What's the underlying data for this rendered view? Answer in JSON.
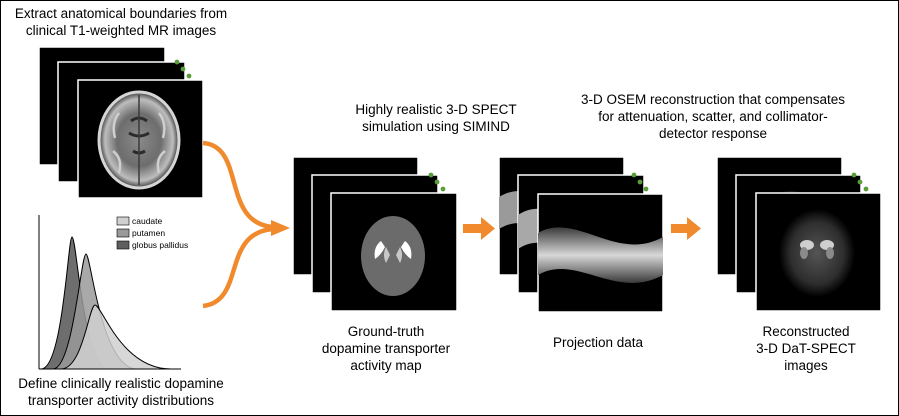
{
  "captions": {
    "extract_line1": "Extract anatomical boundaries from",
    "extract_line2": "clinical T1-weighted MR images",
    "define_line1": "Define clinically realistic dopamine",
    "define_line2": "transporter activity distributions",
    "sim_line1": "Highly realistic 3-D SPECT",
    "sim_line2": "simulation using SIMIND",
    "osem_line1": "3-D OSEM reconstruction that compensates",
    "osem_line2": "for attenuation, scatter, and collimator-",
    "osem_line3": "detector response",
    "gt_line1": "Ground-truth",
    "gt_line2": "dopamine transporter",
    "gt_line3": "activity map",
    "proj_line1": "Projection data",
    "recon_line1": "Reconstructed",
    "recon_line2": "3-D DaT-SPECT",
    "recon_line3": "images"
  },
  "legend": {
    "items": [
      {
        "label": "caudate",
        "color": "#d0d0d0"
      },
      {
        "label": "putamen",
        "color": "#9a9a9a"
      },
      {
        "label": "globus pallidus",
        "color": "#5e5e5e"
      }
    ]
  },
  "colors": {
    "arrow": "#f08a2c",
    "dots": "#5a9e3a",
    "stack_bg": "#000000"
  }
}
